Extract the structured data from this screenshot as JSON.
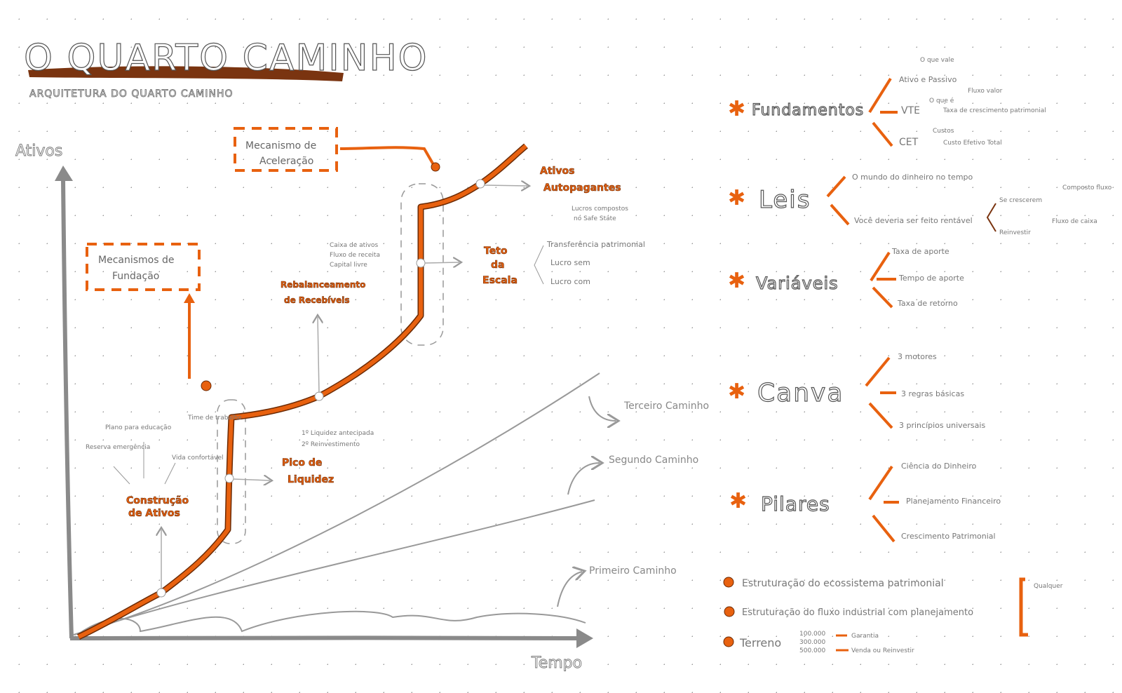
{
  "title": "O QUARTO CAMINHO",
  "subtitle": "ARQUITETURA DO QUARTO CAMINHO",
  "colors": {
    "accent": "#e8610f",
    "accent_dark": "#7a3410",
    "line": "#888888",
    "dot": "#999999"
  },
  "axes": {
    "y_label": "Ativos",
    "x_label": "Tempo"
  },
  "paths": {
    "third": "Terceiro Caminho",
    "second": "Segundo Caminho",
    "first": "Primeiro Caminho"
  },
  "boxes": {
    "acceleration": [
      "Mecanismo de",
      "Aceleração"
    ],
    "foundation": [
      "Mecanismos de",
      "Fundação"
    ]
  },
  "milestones": {
    "construction": {
      "label": [
        "Construção",
        "de Ativos"
      ],
      "notes": [
        "Reserva emergência",
        "Plano para educação",
        "Time de trabalho",
        "Vida confortável"
      ]
    },
    "liquidity": {
      "label": [
        "Pico de",
        "Liquidez"
      ],
      "notes": [
        "1º Liquidez antecipada",
        "2º Reinvestimento"
      ]
    },
    "receivables": {
      "label": [
        "Rebalanceamento",
        "de Recebíveis"
      ],
      "notes": [
        "Caixa de ativos",
        "Fluxo de receita",
        "Capital livre"
      ]
    },
    "scale": {
      "label": [
        "Teto",
        "da",
        "Escala"
      ],
      "notes": [
        "Transferência patrimonial",
        "Lucro sem",
        "Lucro com"
      ]
    },
    "self_supporting": {
      "label": [
        "Ativos",
        "Autopagantes"
      ],
      "notes": [
        "Lucros compostos",
        "no Safe State"
      ]
    }
  },
  "sections": [
    {
      "title": "Fundamentos",
      "items": [
        "Ativo e Passivo",
        "VTE",
        "CET"
      ],
      "notes": [
        "O que vale",
        "Fluxo valor",
        "O que é",
        "Taxa de crescimento patrimonial",
        "Custos",
        "Custo Efetivo Total"
      ]
    },
    {
      "title": "Leis",
      "items": [
        "O mundo do dinheiro no tempo",
        "Você deveria ser feito rentável"
      ],
      "notes": [
        "Se crescerem",
        "Reinvestir",
        "Composto fluxo",
        "Fluxo de caixa"
      ]
    },
    {
      "title": "Variáveis",
      "items": [
        "Taxa de aporte",
        "Tempo de aporte",
        "Taxa de retorno"
      ]
    },
    {
      "title": "Canva",
      "items": [
        "3 motores",
        "3 regras básicas",
        "3 princípios universais"
      ]
    },
    {
      "title": "Pilares",
      "items": [
        "Ciência do Dinheiro",
        "Planejamento Financeiro",
        "Crescimento Patrimonial"
      ]
    }
  ],
  "bullets": [
    "Estruturação do ecossistema patrimonial",
    "Estruturação do fluxo industrial com planejamento",
    "Terreno"
  ],
  "bullet_notes": {
    "bracket": "Qualquer",
    "terreno": [
      "100.000",
      "300.000",
      "500.000"
    ],
    "terreno_out": [
      "Garantia",
      "Venda ou Reinvestir"
    ]
  }
}
